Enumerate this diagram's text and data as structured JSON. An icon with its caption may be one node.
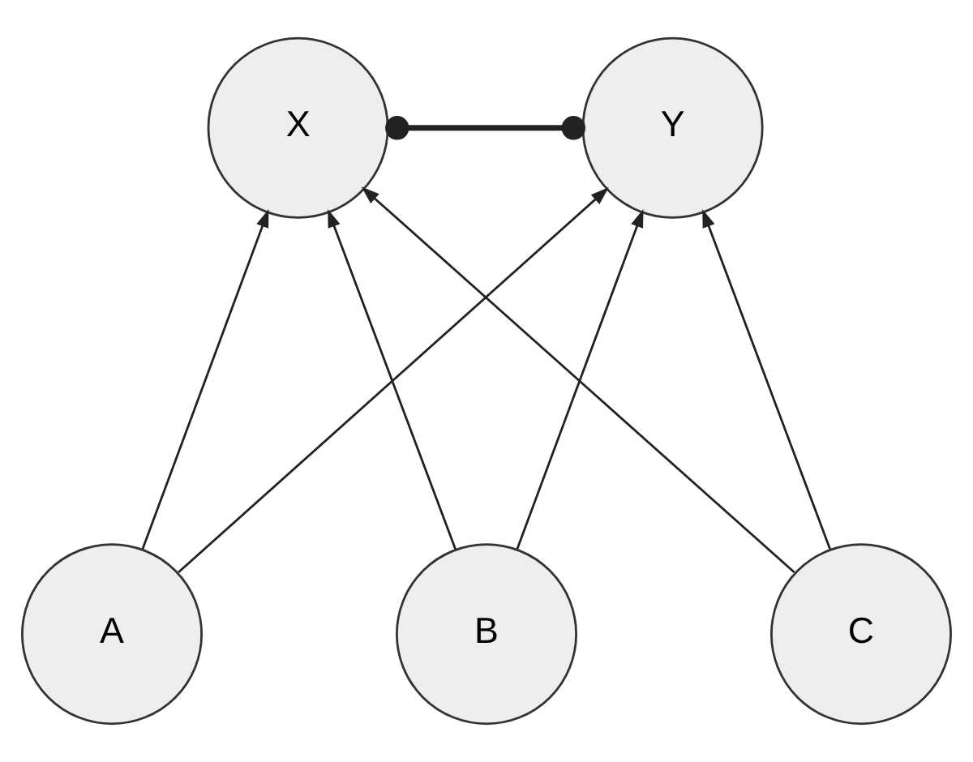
{
  "diagram": {
    "nodes": [
      {
        "text": [
          "X"
        ]
      },
      {
        "text": [
          "Y"
        ]
      },
      {
        "text": [
          "A"
        ]
      },
      {
        "text": [
          "B"
        ]
      },
      {
        "text": [
          "C"
        ]
      }
    ],
    "edges": [
      {
        "from": 0,
        "to": 1,
        "arrow": "other",
        "style": "thick"
      },
      {
        "from": 2,
        "to": 0,
        "arrow": "to"
      },
      {
        "from": 2,
        "to": 1,
        "arrow": "to"
      },
      {
        "from": 3,
        "to": 0,
        "arrow": "to"
      },
      {
        "from": 3,
        "to": 1,
        "arrow": "to"
      },
      {
        "from": 4,
        "to": 0,
        "arrow": "to"
      },
      {
        "from": 4,
        "to": 1,
        "arrow": "to"
      }
    ]
  }
}
